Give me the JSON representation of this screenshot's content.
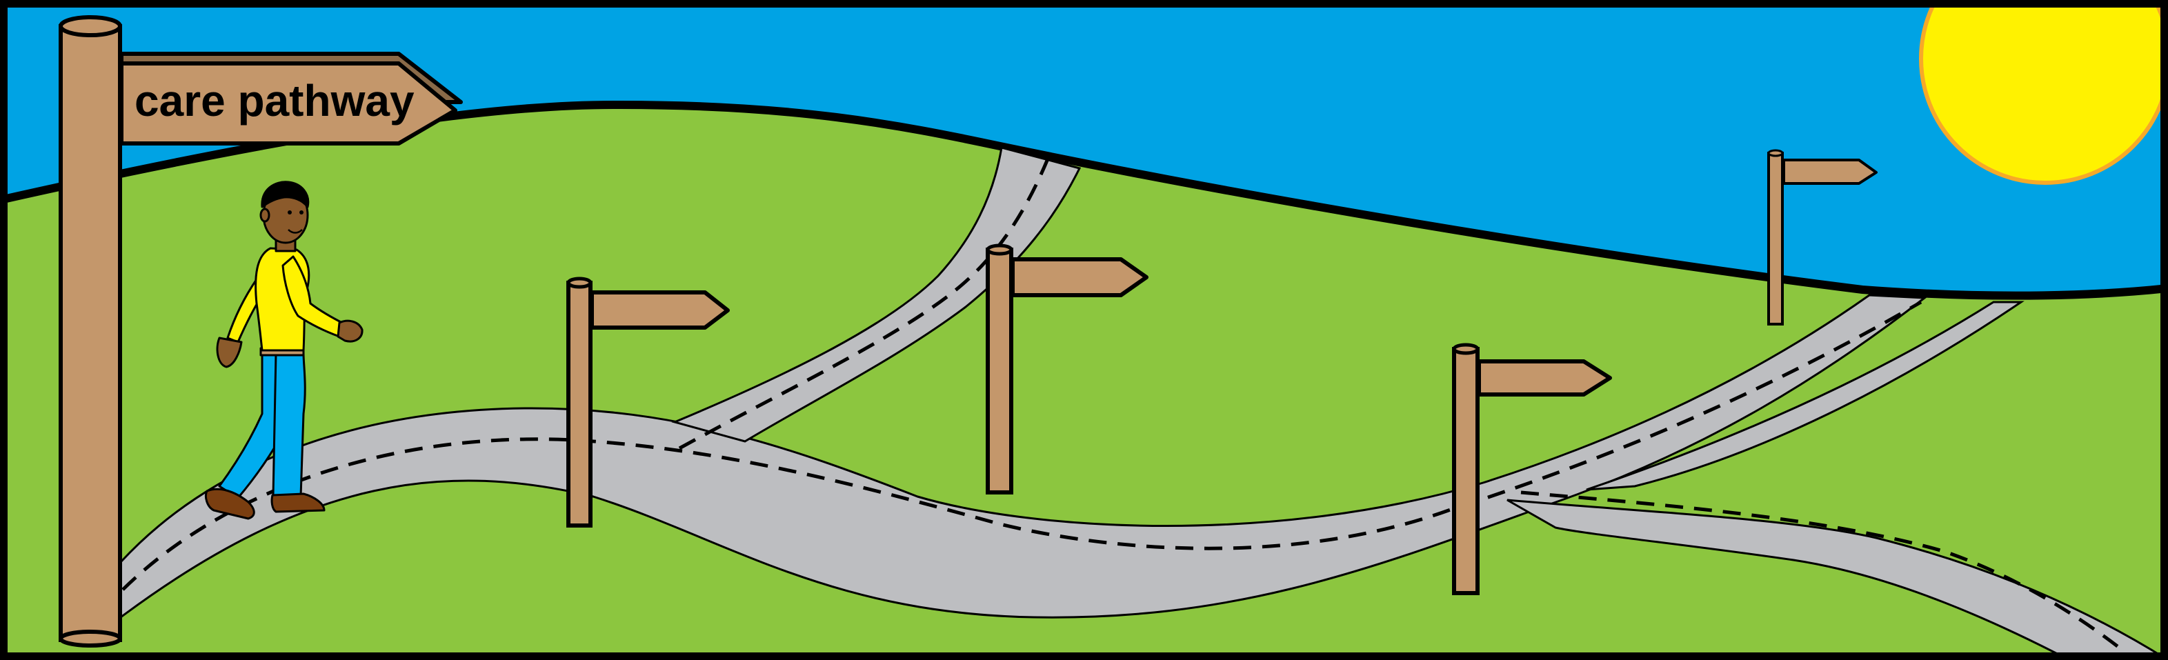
{
  "main_sign": {
    "label": "care pathway"
  },
  "colors": {
    "sky": "#00A3E4",
    "grass": "#8CC63F",
    "road": "#BDBEC1",
    "wood": "#C4976B",
    "sun": "#FFF200",
    "sun_rim": "#F7A928",
    "shirt": "#FFF200",
    "trousers": "#00ADEF",
    "shoes": "#7A3E10",
    "skin": "#8B5A2B",
    "outline": "#000000"
  },
  "icons": [
    "sun",
    "signpost",
    "road",
    "person-walking"
  ]
}
